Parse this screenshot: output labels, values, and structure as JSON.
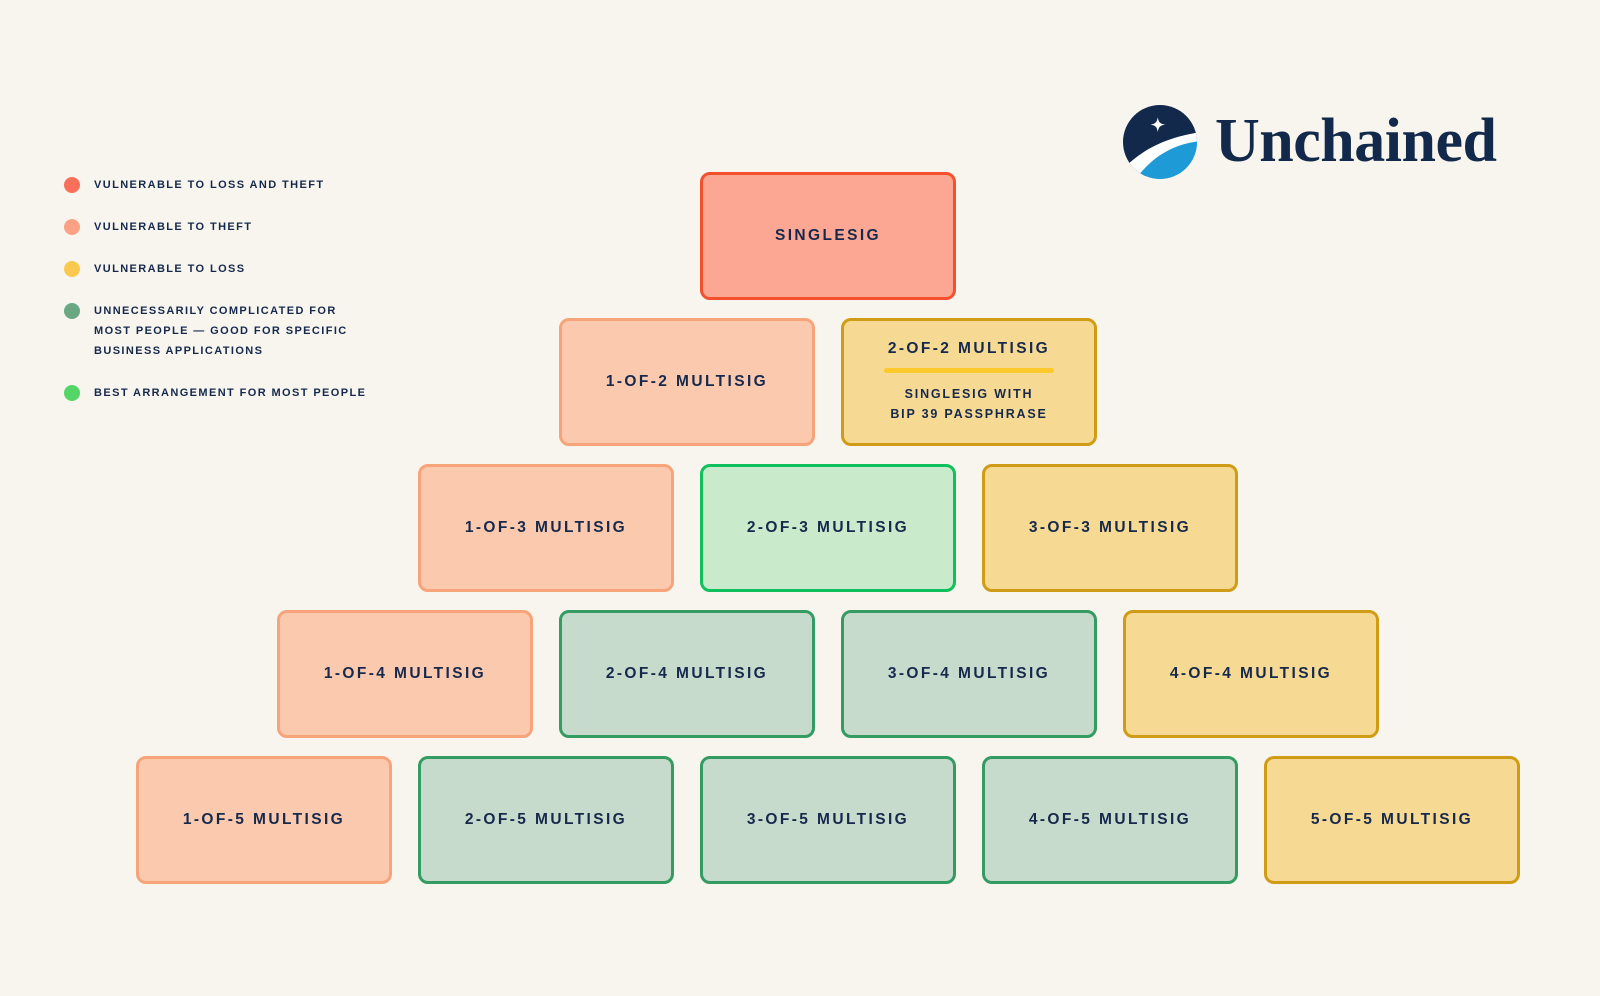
{
  "page": {
    "background_color": "#F7F5EE",
    "text_color": "#16294D"
  },
  "logo": {
    "brand": "Unchained",
    "mark": "crescent-moon-star-icon",
    "navy": "#13294B",
    "blue": "#1E9BD7",
    "white": "#FFFFFF"
  },
  "legend": {
    "items": [
      {
        "dot_color": "#F8705A",
        "lines": [
          "VULNERABLE TO LOSS AND THEFT"
        ]
      },
      {
        "dot_color": "#FBA284",
        "lines": [
          "VULNERABLE TO THEFT"
        ]
      },
      {
        "dot_color": "#F9C84F",
        "lines": [
          "VULNERABLE TO LOSS"
        ]
      },
      {
        "dot_color": "#6AA782",
        "lines": [
          "UNNECESSARILY COMPLICATED FOR",
          "MOST PEOPLE — GOOD FOR SPECIFIC",
          "BUSINESS APPLICATIONS"
        ]
      },
      {
        "dot_color": "#54D667",
        "lines": [
          "BEST ARRANGEMENT FOR MOST PEOPLE"
        ]
      }
    ]
  },
  "palette": {
    "singlesig_fill": "#FCA794",
    "singlesig_border": "#F4502E",
    "salmon_fill": "#FBC9AE",
    "salmon_border": "#F7A47B",
    "yellow_fill": "#F6D993",
    "yellow_border": "#D19C15",
    "bright_green_fill": "#CAEACC",
    "bright_green_border": "#0EC15C",
    "muted_green_fill": "#C7DBCD",
    "muted_green_border": "#349B63",
    "divider_yellow": "#FFC82B"
  },
  "pyramid": {
    "rows": [
      {
        "boxes": [
          {
            "label": "SINGLESIG",
            "style": "red"
          }
        ]
      },
      {
        "boxes": [
          {
            "label": "1-OF-2 MULTISIG",
            "style": "salmon"
          },
          {
            "label": "2-OF-2 MULTISIG",
            "style": "yellow",
            "divider_color": "#FFC82B",
            "sub_lines": [
              "SINGLESIG WITH",
              "BIP 39 PASSPHRASE"
            ]
          }
        ]
      },
      {
        "boxes": [
          {
            "label": "1-OF-3 MULTISIG",
            "style": "salmon"
          },
          {
            "label": "2-OF-3 MULTISIG",
            "style": "green-bright"
          },
          {
            "label": "3-OF-3 MULTISIG",
            "style": "yellow"
          }
        ]
      },
      {
        "boxes": [
          {
            "label": "1-OF-4 MULTISIG",
            "style": "salmon"
          },
          {
            "label": "2-OF-4 MULTISIG",
            "style": "green-muted"
          },
          {
            "label": "3-OF-4 MULTISIG",
            "style": "green-muted"
          },
          {
            "label": "4-OF-4 MULTISIG",
            "style": "yellow"
          }
        ]
      },
      {
        "boxes": [
          {
            "label": "1-OF-5 MULTISIG",
            "style": "salmon"
          },
          {
            "label": "2-OF-5 MULTISIG",
            "style": "green-muted"
          },
          {
            "label": "3-OF-5 MULTISIG",
            "style": "green-muted"
          },
          {
            "label": "4-OF-5 MULTISIG",
            "style": "green-muted"
          },
          {
            "label": "5-OF-5 MULTISIG",
            "style": "yellow"
          }
        ]
      }
    ]
  }
}
